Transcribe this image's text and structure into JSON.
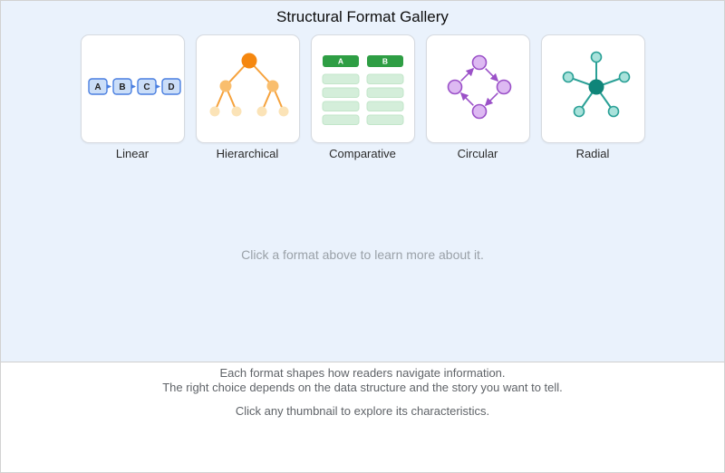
{
  "title": "Structural Format Gallery",
  "gallery": {
    "items": [
      {
        "label": "Linear",
        "icon": "linear-chain-icon",
        "nodes": [
          "A",
          "B",
          "C",
          "D"
        ]
      },
      {
        "label": "Hierarchical",
        "icon": "tree-hierarchy-icon"
      },
      {
        "label": "Comparative",
        "icon": "comparison-columns-icon",
        "columns": [
          "A",
          "B"
        ]
      },
      {
        "label": "Circular",
        "icon": "cycle-icon"
      },
      {
        "label": "Radial",
        "icon": "hub-and-spokes-icon"
      }
    ]
  },
  "detail": {
    "placeholder": "Click a format above to learn more about it."
  },
  "footer": {
    "line1": "Each format shapes how readers navigate information.",
    "line2": "The right choice depends on the data structure and the story you want to tell.",
    "cta": "Click any thumbnail to explore its characteristics."
  },
  "palette": {
    "page_background": "#EAF2FC",
    "divider": "#CFCFCF",
    "card_border": "#D6DAE0",
    "linear_accent": "#4A7FE0",
    "linear_node_fill": "#CBDEF8",
    "hierarchical_root": "#F5870F",
    "hierarchical_mid": "#F9BE6E",
    "hierarchical_leaf": "#FBE3B7",
    "hierarchical_line": "#F6A23C",
    "comparative_header": "#2E9E44",
    "comparative_row": "#D4EEDA",
    "comparative_row_border": "#C2E5C9",
    "circular_node_fill": "#DDB9F2",
    "circular_accent": "#9B51C8",
    "radial_center": "#0F8579",
    "radial_node_fill": "#A9E2DB",
    "radial_accent": "#2AA096",
    "hint_text": "#9AA1A8",
    "footer_text": "#5F6368"
  }
}
